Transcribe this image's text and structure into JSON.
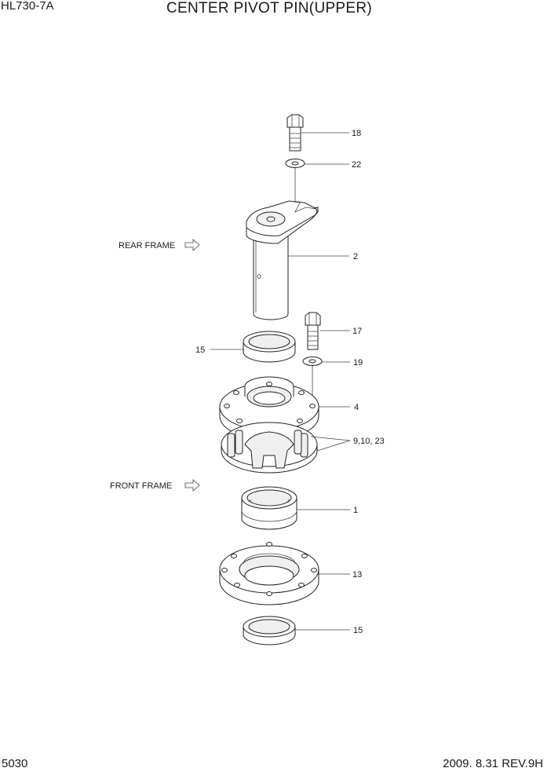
{
  "header": {
    "model": "HL730-7A",
    "title": "CENTER PIVOT PIN(UPPER)"
  },
  "labels": {
    "rear_frame": "REAR FRAME",
    "front_frame": "FRONT FRAME"
  },
  "callouts": {
    "bolt_top": "18",
    "washer_top": "22",
    "pin": "2",
    "bolt_side": "17",
    "seal_upper": "15",
    "washer_side": "19",
    "cap": "4",
    "shims": "9,10, 23",
    "bushing": "1",
    "housing": "13",
    "seal_lower": "15"
  },
  "footer": {
    "page_number": "5030",
    "revision": "2009. 8.31  REV.9H"
  }
}
